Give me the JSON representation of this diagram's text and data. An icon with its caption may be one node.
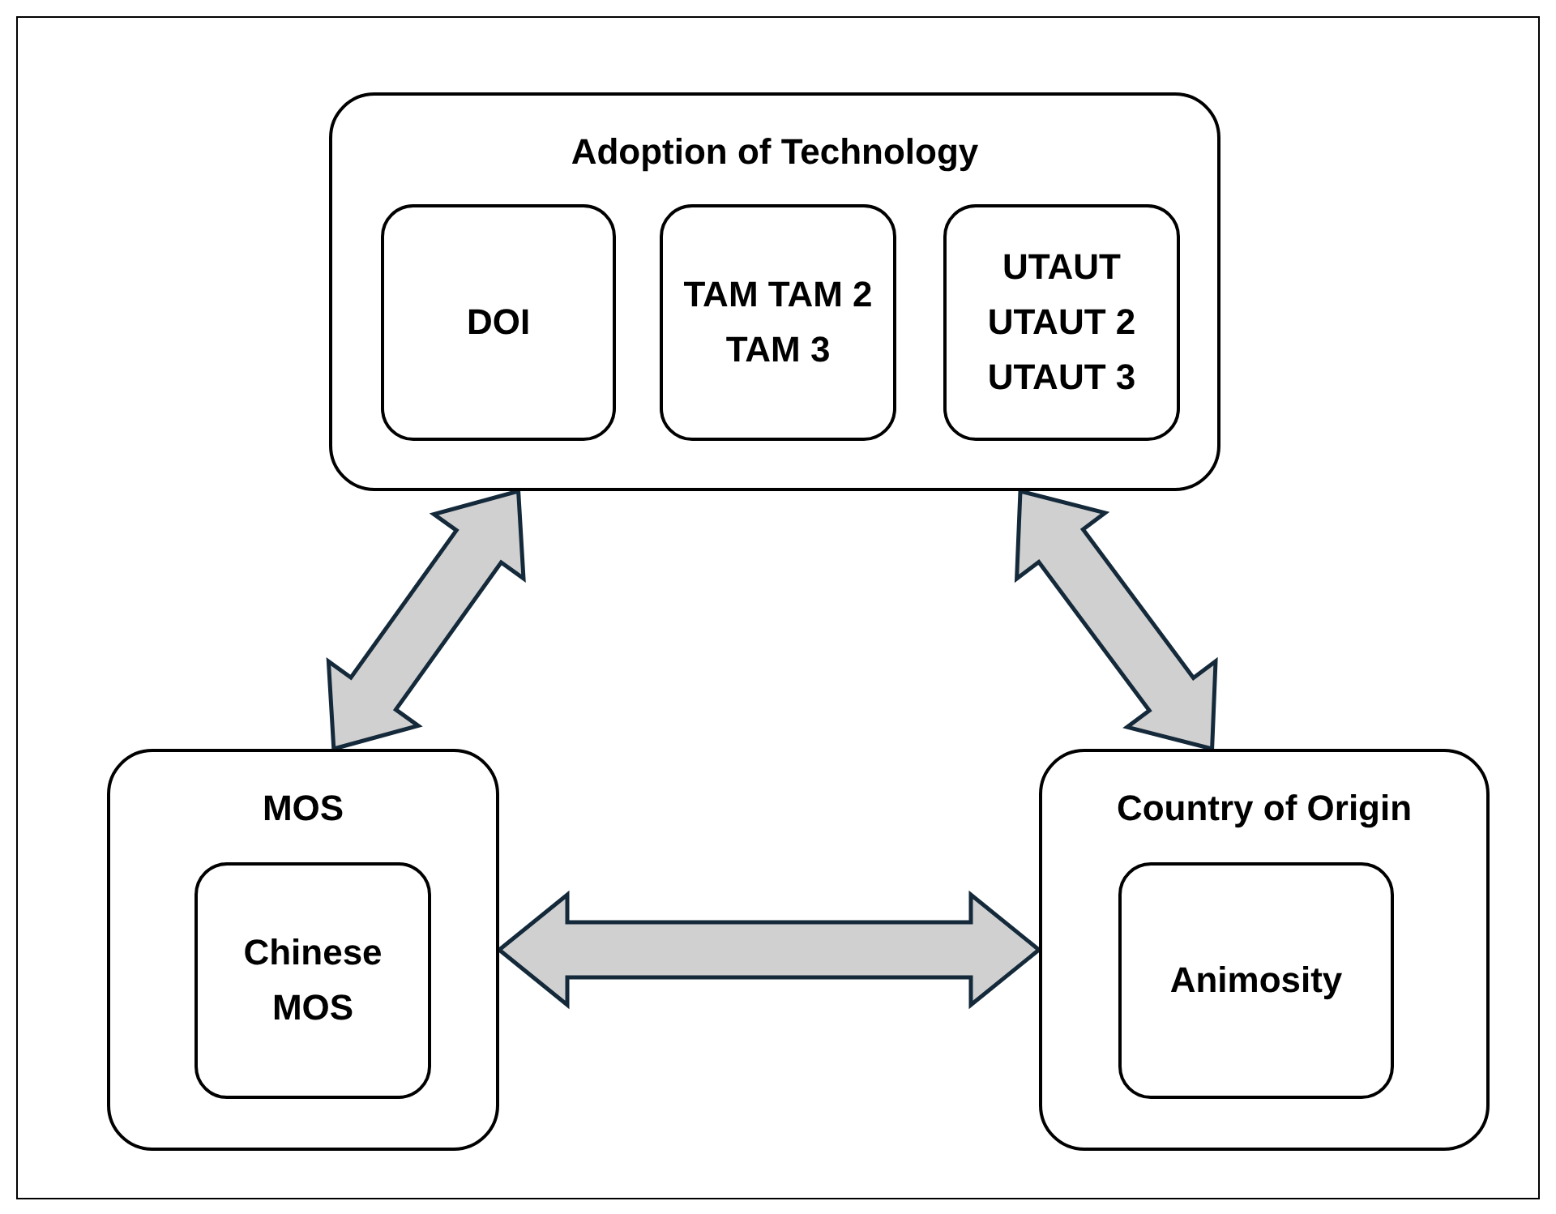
{
  "diagram": {
    "nodes": [
      {
        "text": [
          "Adoption of Technology"
        ]
      },
      {
        "text": [
          "DOI"
        ],
        "in": 0
      },
      {
        "text": [
          "TAM TAM 2 TAM 3"
        ],
        "in": 0
      },
      {
        "text": [
          "UTAUT UTAUT 2 UTAUT 3"
        ],
        "in": 0
      },
      {
        "text": [
          "MOS"
        ]
      },
      {
        "text": [
          "Chinese MOS"
        ],
        "in": 4
      },
      {
        "text": [
          "Country of Origin"
        ]
      },
      {
        "text": [
          "Animosity"
        ],
        "in": 6
      }
    ],
    "edges": [
      {
        "from": 4,
        "to": 0,
        "arrow": "both",
        "style": "thick"
      },
      {
        "from": 0,
        "to": 6,
        "arrow": "both",
        "style": "thick"
      },
      {
        "from": 4,
        "to": 6,
        "arrow": "both",
        "style": "thick"
      }
    ]
  }
}
